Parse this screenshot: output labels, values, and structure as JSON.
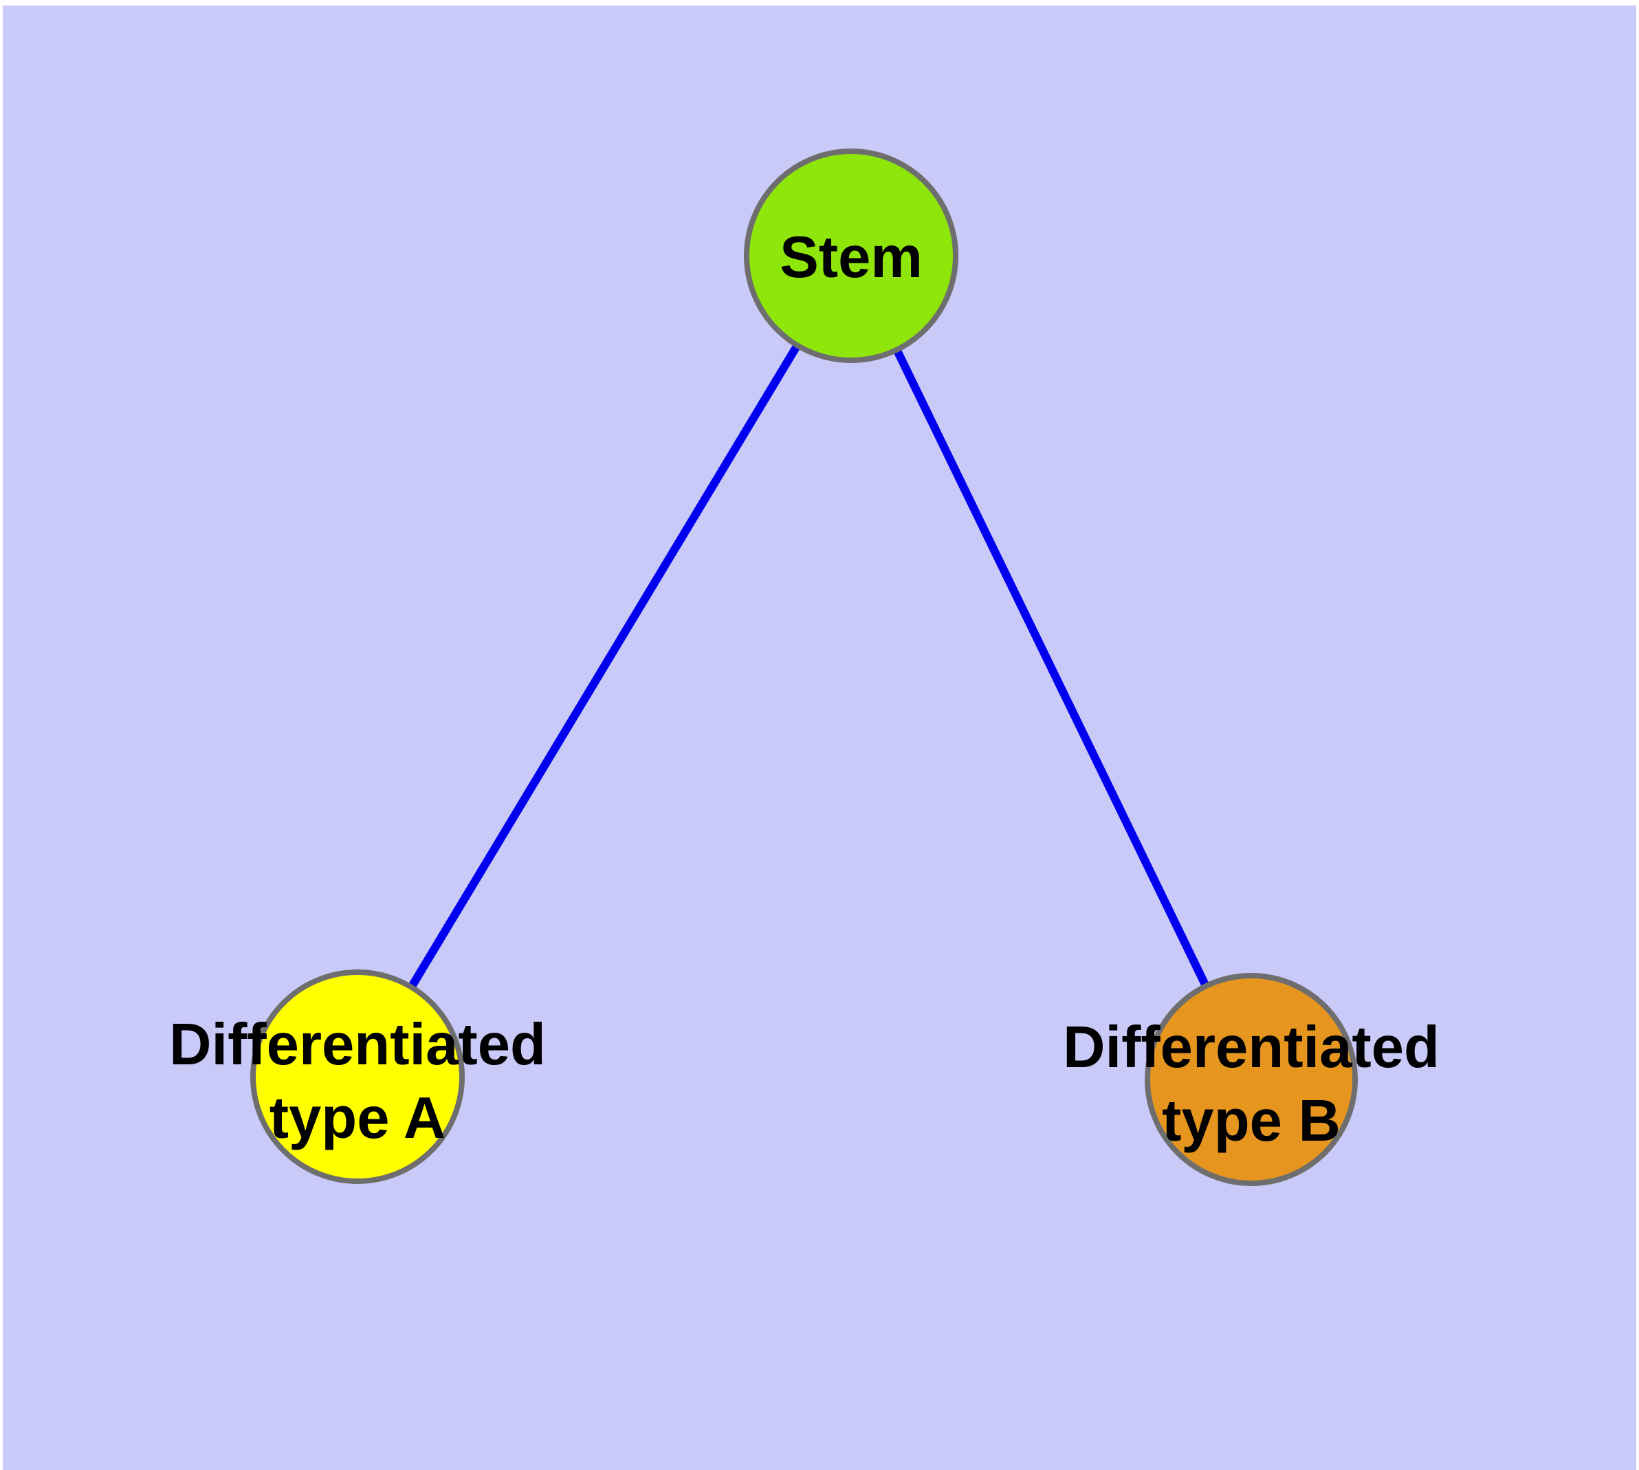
{
  "diagram": {
    "type": "node-link-graph",
    "title": "",
    "background_color": "#CACAF8",
    "page_margin_color": "#FFFFFF",
    "edge_color": "#0000EE",
    "node_border_color": "#6E6E6E",
    "label_color": "#000000",
    "nodes": [
      {
        "id": "stem",
        "label": "Stem",
        "fill": "#8FE60A"
      },
      {
        "id": "differentiated-type-a",
        "label": "Differentiated type A",
        "label_line1": "Differentiated",
        "label_line2": "type A",
        "fill": "#FFFF00"
      },
      {
        "id": "differentiated-type-b",
        "label": "Differentiated type B",
        "label_line1": "Differentiated",
        "label_line2": "type B",
        "fill": "#E6961E"
      }
    ],
    "edges": [
      {
        "from": "Stem",
        "to": "Differentiated type A"
      },
      {
        "from": "Stem",
        "to": "Differentiated type B"
      }
    ]
  }
}
